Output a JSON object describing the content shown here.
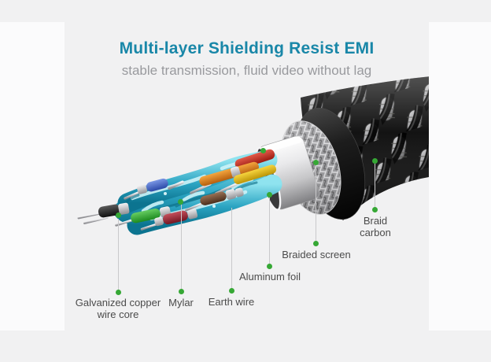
{
  "header": {
    "title": "Multi-layer Shielding Resist EMI",
    "subtitle": "stable transmission, fluid video without lag"
  },
  "colors": {
    "title_accent": "#1987a8",
    "subtitle_gray": "#999a9e",
    "label_gray": "#4b4b4b",
    "dot_green": "#36a835",
    "leader_line": "#c9c9cb",
    "mylar_teal": "#2fa9c4",
    "foil_silver": "#d9d9db",
    "braid_black": "#161616"
  },
  "diagram": {
    "annotations": [
      {
        "id": "galvanized-copper-wire-core",
        "label": "Galvanized copper wire core"
      },
      {
        "id": "mylar",
        "label": "Mylar"
      },
      {
        "id": "earth-wire",
        "label": "Earth wire"
      },
      {
        "id": "aluminum-foil",
        "label": "Aluminum foil"
      },
      {
        "id": "braided-screen",
        "label": "Braided screen"
      },
      {
        "id": "braid-carbon",
        "label": "Braid carbon"
      }
    ]
  }
}
